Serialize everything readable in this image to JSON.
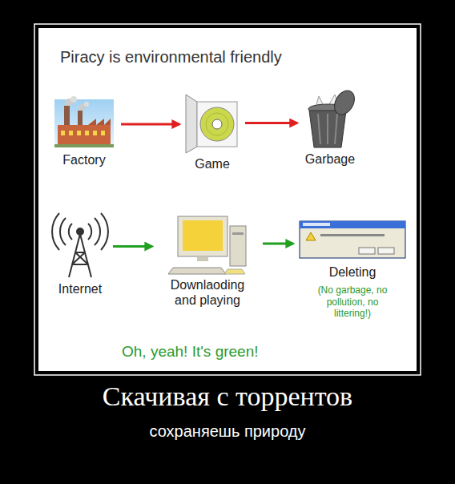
{
  "diagram": {
    "title": "Piracy is environmental friendly",
    "nodes": [
      {
        "text": [
          "Factory"
        ]
      },
      {
        "text": [
          "Game"
        ]
      },
      {
        "text": [
          "Garbage"
        ]
      },
      {
        "text": [
          "Internet"
        ]
      },
      {
        "text": [
          "Downlaoding and playing"
        ]
      },
      {
        "text": [
          "Deleting",
          "(No garbage, no pollution, no littering!)"
        ]
      }
    ],
    "edges": [
      {
        "from": 0,
        "to": 1,
        "arrow": "to"
      },
      {
        "from": 1,
        "to": 2,
        "arrow": "to"
      },
      {
        "from": 3,
        "to": 4,
        "arrow": "to"
      },
      {
        "from": 4,
        "to": 5,
        "arrow": "to"
      }
    ],
    "labels": [
      "Oh, yeah! It's green!",
      "Скачивая с торрентов",
      "сохраняешь природу"
    ]
  }
}
